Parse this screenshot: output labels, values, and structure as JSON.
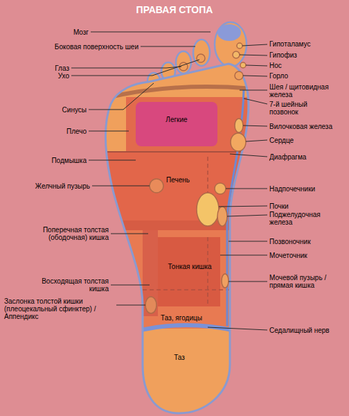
{
  "diagram": {
    "title": "ПРАВАЯ СТОПА",
    "nodes": [
      {
        "text": [
          "Легкие"
        ]
      },
      {
        "text": [
          "Печень"
        ]
      },
      {
        "text": [
          "Тонкая кишка"
        ]
      },
      {
        "text": [
          "Таз, ягодицы"
        ]
      },
      {
        "text": [
          "Таз"
        ]
      }
    ],
    "labels": [
      "Мозг",
      "Боковая поверхность шеи",
      "Глаз",
      "Ухо",
      "Синусы",
      "Плечо",
      "Подмышка",
      "Желчный пузырь",
      "Поперечная толстая (ободочная) кишка",
      "Восходящая толстая кишка",
      "Заслонка толстой кишки (плеоцекальный сфинктер) / Аппендикс",
      "Гипоталамус",
      "Гипофиз",
      "Нос",
      "Горло",
      "Шея / щитовидная железа",
      "7-й шейный позвонок",
      "Вилочковая железа",
      "Сердце",
      "Диафрагма",
      "Надпочечники",
      "Почки",
      "Поджелудочная железа",
      "Позвоночник",
      "Мочеточник",
      "Мочевой пузырь / прямая кишка",
      "Седалищный нерв"
    ]
  }
}
